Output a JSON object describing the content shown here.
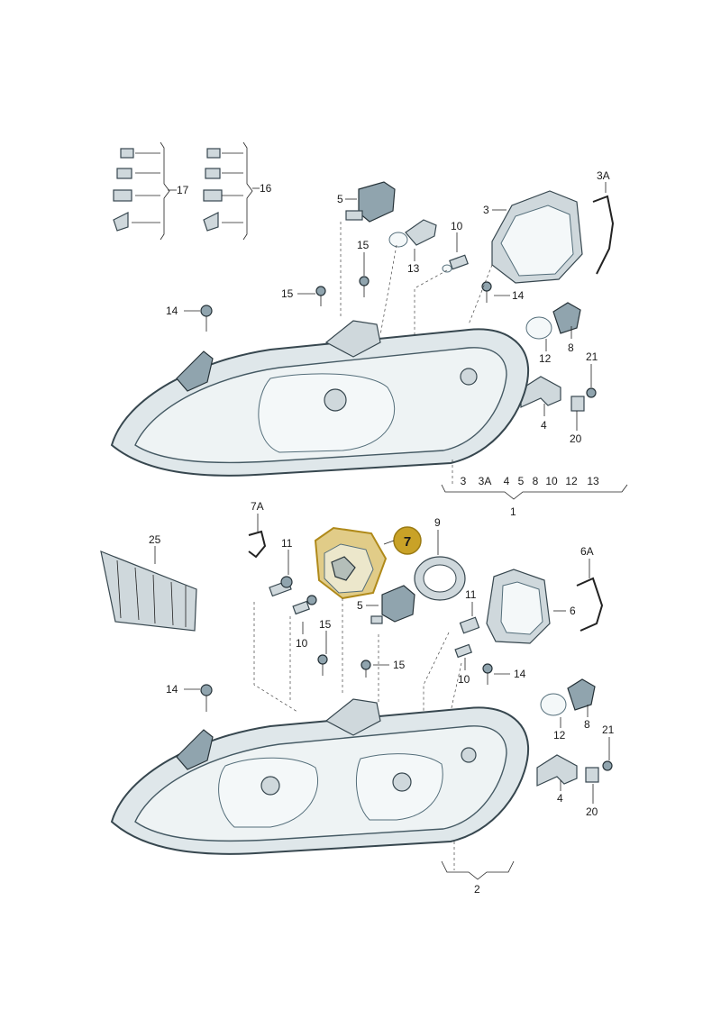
{
  "callouts": {
    "c17": "17",
    "c16": "16",
    "c5a": "5",
    "c3": "3",
    "c3A": "3A",
    "c10a": "10",
    "c13a": "13",
    "c15a": "15",
    "c15b": "15",
    "c14a": "14",
    "c14b": "14",
    "c8a": "8",
    "c12a": "12",
    "c21a": "21",
    "c4a": "4",
    "c20a": "20",
    "c1": "1",
    "c7A": "7A",
    "c25": "25",
    "c11a": "11",
    "c9": "9",
    "c6A": "6A",
    "c5b": "5",
    "c6": "6",
    "c10b": "10",
    "c10c": "10",
    "c11b": "11",
    "c15c": "15",
    "c15d": "15",
    "c14c": "14",
    "c14d": "14",
    "c8b": "8",
    "c12b": "12",
    "c21b": "21",
    "c4b": "4",
    "c20b": "20",
    "c2": "2"
  },
  "bracket_row": [
    "3",
    "3A",
    "4",
    "5",
    "8",
    "10",
    "12",
    "13"
  ],
  "highlight": {
    "label": "7",
    "color": "#c9a227"
  },
  "colors": {
    "highlight_fill": "#c9a227",
    "part_fill": "#cfd8dc",
    "line": "#222222"
  }
}
